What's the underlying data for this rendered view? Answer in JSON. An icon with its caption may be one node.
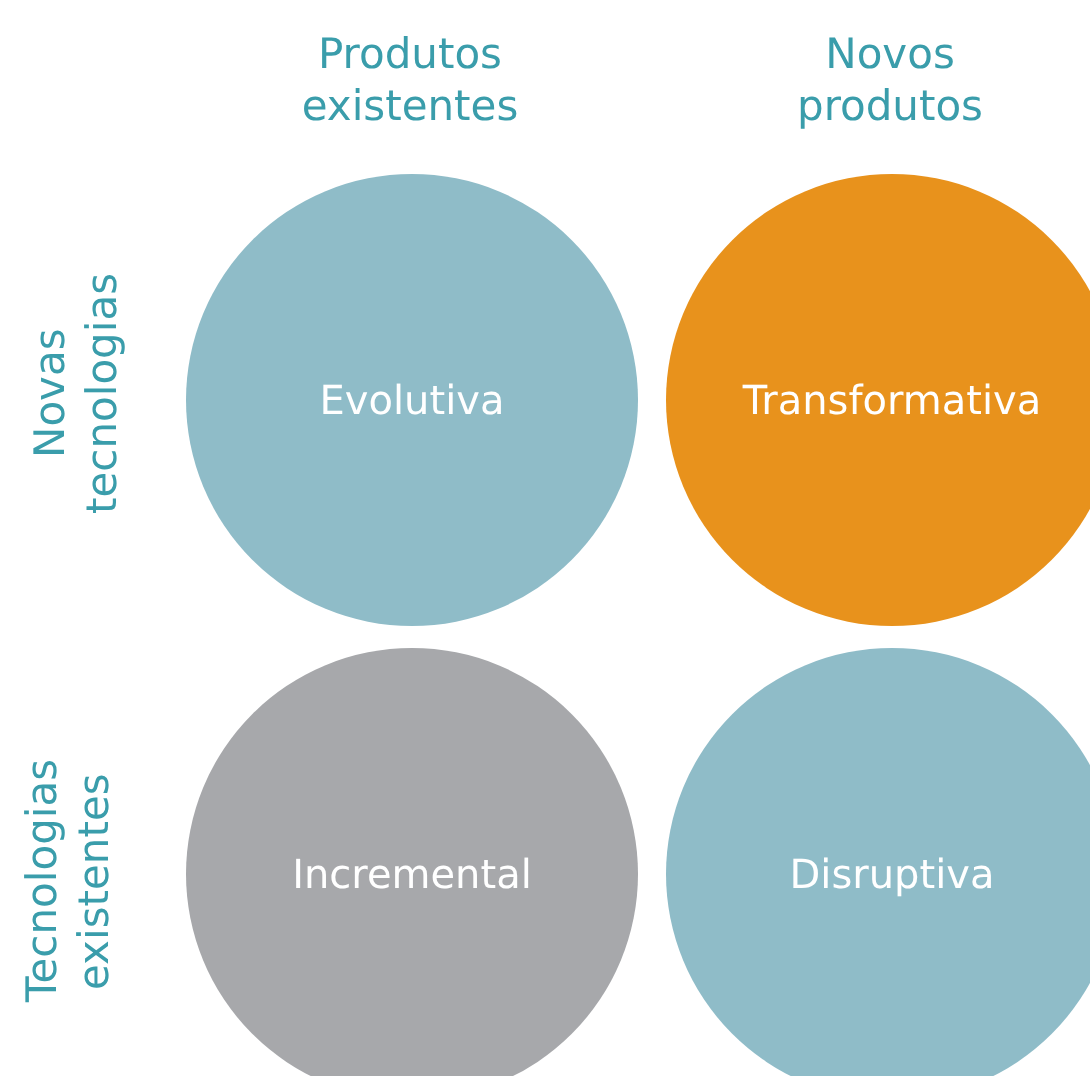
{
  "diagram": {
    "nodes": [
      {
        "text": [
          "Evolutiva"
        ]
      },
      {
        "text": [
          "Transformativa"
        ]
      },
      {
        "text": [
          "Incremental"
        ]
      },
      {
        "text": [
          "Disruptiva"
        ]
      }
    ],
    "labels": [
      "Produtos existentes",
      "Novos produtos",
      "Novas tecnologias",
      "Tecnologias existentes"
    ]
  }
}
